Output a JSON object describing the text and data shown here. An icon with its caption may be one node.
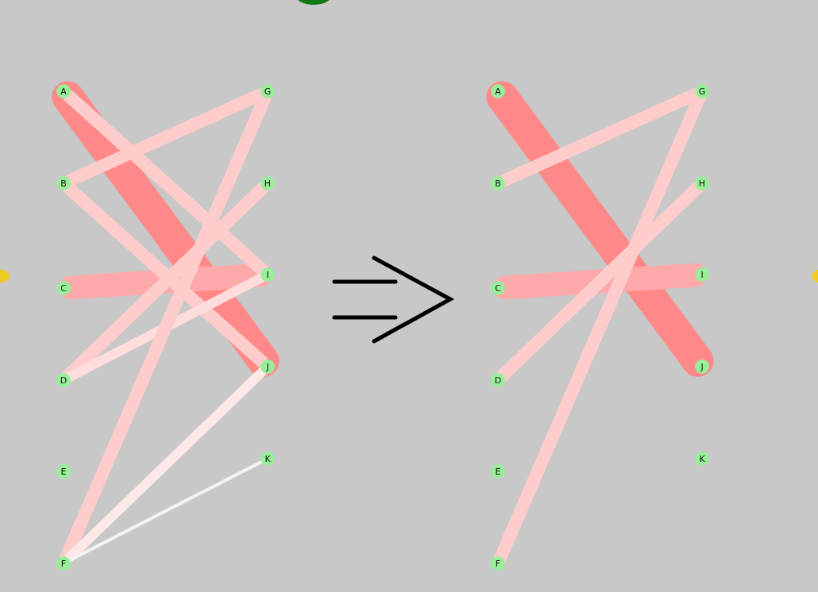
{
  "diagram": {
    "nodes": [
      {
        "text": [
          "A"
        ]
      },
      {
        "text": [
          "B"
        ]
      },
      {
        "text": [
          "C"
        ]
      },
      {
        "text": [
          "D"
        ]
      },
      {
        "text": [
          "E"
        ]
      },
      {
        "text": [
          "F"
        ]
      },
      {
        "text": [
          "G"
        ]
      },
      {
        "text": [
          "H"
        ]
      },
      {
        "text": [
          "I"
        ]
      },
      {
        "text": [
          "J"
        ]
      },
      {
        "text": [
          "K"
        ]
      },
      {
        "text": [
          "A"
        ]
      },
      {
        "text": [
          "B"
        ]
      },
      {
        "text": [
          "C"
        ]
      },
      {
        "text": [
          "D"
        ]
      },
      {
        "text": [
          "E"
        ]
      },
      {
        "text": [
          "F"
        ]
      },
      {
        "text": [
          "G"
        ]
      },
      {
        "text": [
          "H"
        ]
      },
      {
        "text": [
          "I"
        ]
      },
      {
        "text": [
          "J"
        ]
      },
      {
        "text": [
          "K"
        ]
      }
    ],
    "edges": [
      {
        "from": 0,
        "to": 9,
        "arrow": "none",
        "style": "thick",
        "color": "#ff8888"
      },
      {
        "from": 2,
        "to": 8,
        "arrow": "none",
        "style": "thick",
        "color": "#ffaaaa"
      },
      {
        "from": 0,
        "to": 8,
        "arrow": "none"
      },
      {
        "from": 1,
        "to": 6,
        "arrow": "none"
      },
      {
        "from": 1,
        "to": 9,
        "arrow": "none"
      },
      {
        "from": 3,
        "to": 7,
        "arrow": "none"
      },
      {
        "from": 3,
        "to": 8,
        "arrow": "none",
        "color": "#ffdddd"
      },
      {
        "from": 5,
        "to": 6,
        "arrow": "none"
      },
      {
        "from": 5,
        "to": 9,
        "arrow": "none",
        "color": "#ffe8e8"
      },
      {
        "from": 5,
        "to": 10,
        "arrow": "none",
        "color": "#f4f4f4"
      },
      {
        "from": 11,
        "to": 20,
        "arrow": "none",
        "style": "thick",
        "color": "#ff8888"
      },
      {
        "from": 13,
        "to": 19,
        "arrow": "none",
        "style": "thick",
        "color": "#ffaaaa"
      },
      {
        "from": 12,
        "to": 17,
        "arrow": "none"
      },
      {
        "from": 14,
        "to": 18,
        "arrow": "none"
      },
      {
        "from": 16,
        "to": 17,
        "arrow": "none"
      }
    ]
  }
}
